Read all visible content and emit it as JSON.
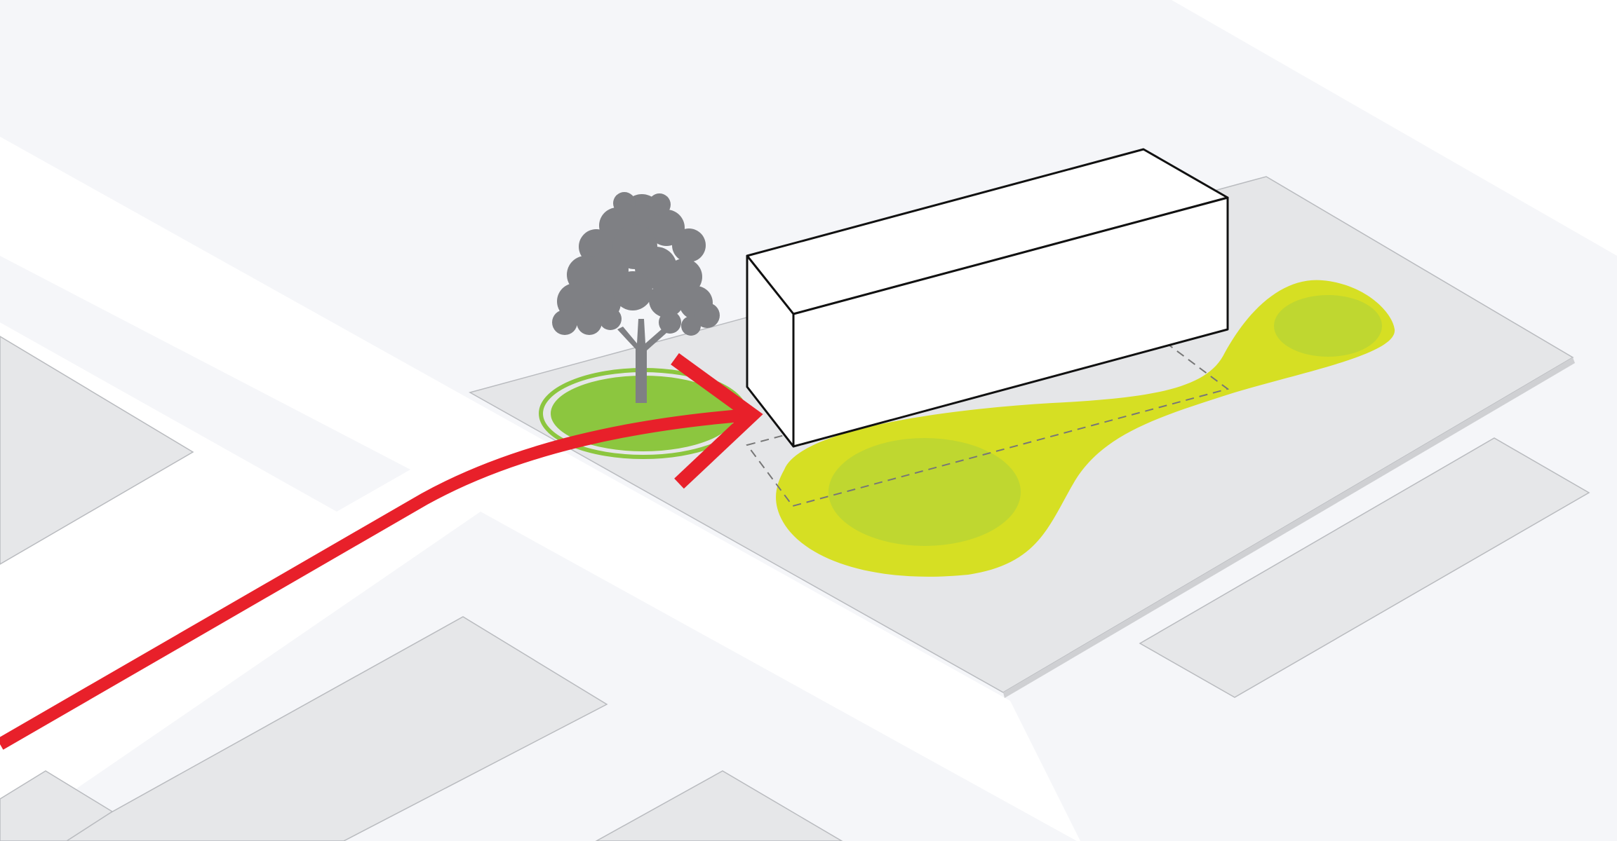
{
  "diagram": {
    "kind": "isometric site diagram",
    "text_labels": [],
    "colors": {
      "background": "#f5f6f9",
      "street": "#ffffff",
      "block": "#e6e7e9",
      "block_edge": "#b9bbbf",
      "plaza": "#e5e6e8",
      "building_face": "#ffffff",
      "building_edge": "#111111",
      "tree": "#7f8084",
      "tree_lawn": "#8cc63f",
      "tree_ring": "#8cc63f",
      "yellow_zone": "#d6df23",
      "yellow_zone_core": "#bfd730",
      "arrow": "#e8202a",
      "footprint_dash": "#777777"
    },
    "elements": {
      "building": "white-box-building",
      "tree": "tree-icon",
      "lawn": "tree-lawn-circle",
      "activity_zone": "yellow-activity-zone",
      "path": "red-access-arrow",
      "footprint": "building-footprint-dashed"
    }
  }
}
